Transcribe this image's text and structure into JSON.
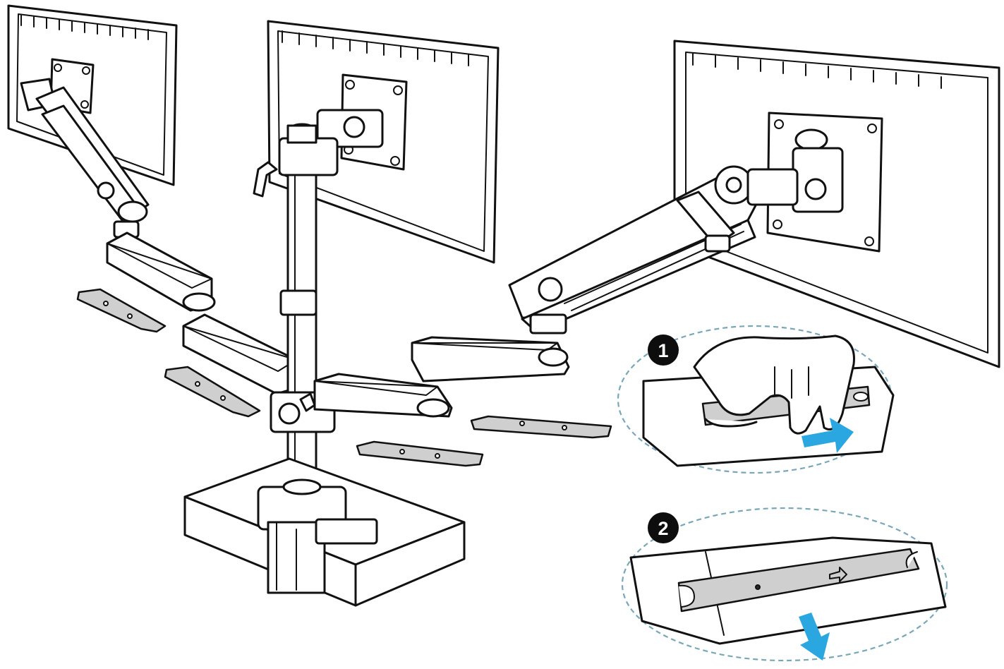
{
  "steps": [
    {
      "number": "1",
      "direction": "slide-right"
    },
    {
      "number": "2",
      "direction": "pull-down"
    }
  ],
  "colors": {
    "line": "#111111",
    "callout_outline": "#7aa7b8",
    "arrow": "#2aa7e0",
    "plate_fill": "#cfcfcf",
    "step_badge": "#0d0d0d"
  },
  "icons": [
    "monitor-icon",
    "vesa-plate-icon",
    "pole-icon",
    "desk-clamp-icon",
    "arm-cover-plate-icon",
    "hand-icon",
    "direction-arrow-icon"
  ]
}
